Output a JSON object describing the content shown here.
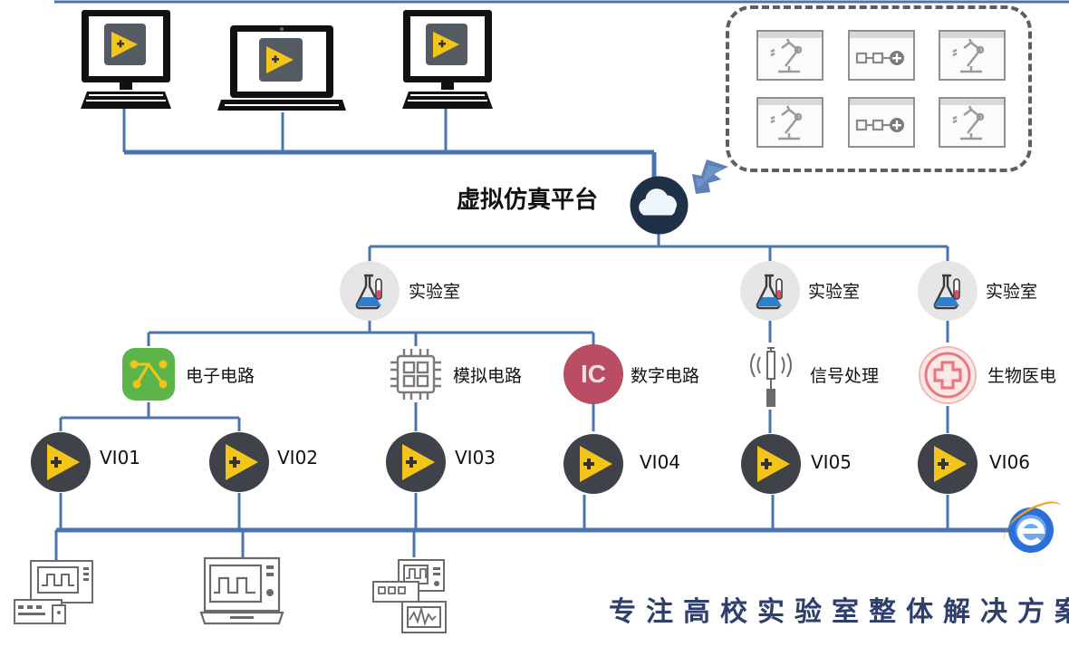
{
  "title": "虚拟仿真平台",
  "slogan": "专注高校实验室整体解决方案",
  "labs": [
    {
      "label": "实验室"
    },
    {
      "label": "实验室"
    },
    {
      "label": "实验室"
    }
  ],
  "categories": [
    {
      "label": "电子电路",
      "icon": "circuit-node-icon"
    },
    {
      "label": "模拟电路",
      "icon": "chip-icon"
    },
    {
      "label": "数字电路",
      "icon": "ic-badge-icon",
      "badge": "IC"
    },
    {
      "label": "信号处理",
      "icon": "antenna-signal-icon"
    },
    {
      "label": "生物医电",
      "icon": "medical-cross-icon"
    }
  ],
  "instruments": [
    {
      "label": "VI01"
    },
    {
      "label": "VI02"
    },
    {
      "label": "VI03"
    },
    {
      "label": "VI04"
    },
    {
      "label": "VI05"
    },
    {
      "label": "VI06"
    }
  ],
  "colors": {
    "wire": "#4a74ad",
    "vi_yellow": "#f3c51a",
    "vi_dark": "#3f4248",
    "ic_badge": "#b84d63",
    "circuit_green": "#5db54a",
    "medical_red": "#e8797e",
    "slogan": "#2e3f6c"
  }
}
